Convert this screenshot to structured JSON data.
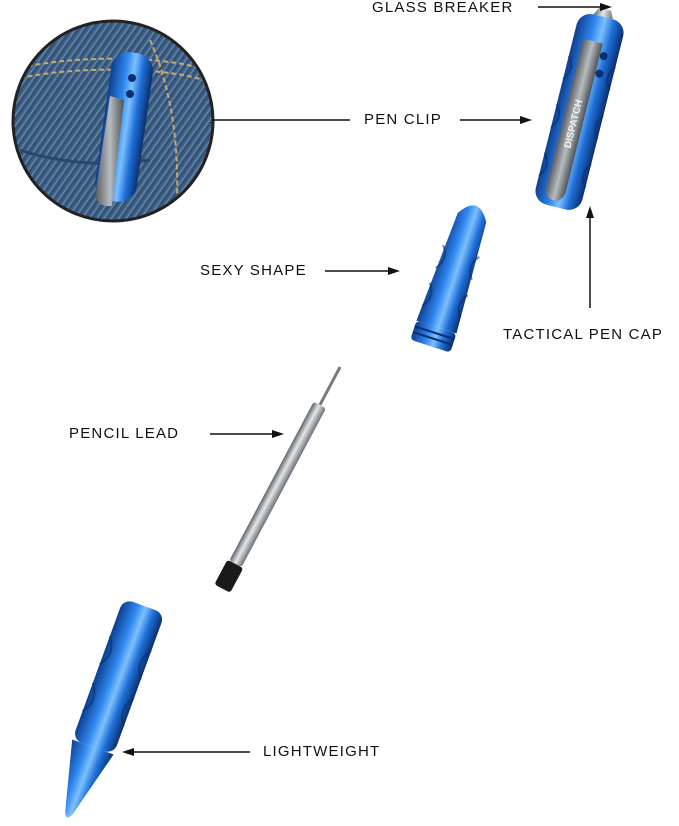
{
  "colors": {
    "body_blue": "#1f6fd8",
    "body_blue_dark": "#0d3f8f",
    "body_blue_light": "#7cc0ff",
    "steel": "#9aa0a6",
    "denim": "#3d5f84",
    "arrow": "#111111"
  },
  "callouts": {
    "glass_breaker": "GLASS BREAKER",
    "pen_clip": "PEN CLIP",
    "sexy_shape": "SEXY SHAPE",
    "tactical_pen_cap": "TACTICAL PEN CAP",
    "pencil_lead": "PENCIL LEAD",
    "lightweight": "LIGHTWEIGHT"
  },
  "clip_brand_text": "DISPATCH"
}
